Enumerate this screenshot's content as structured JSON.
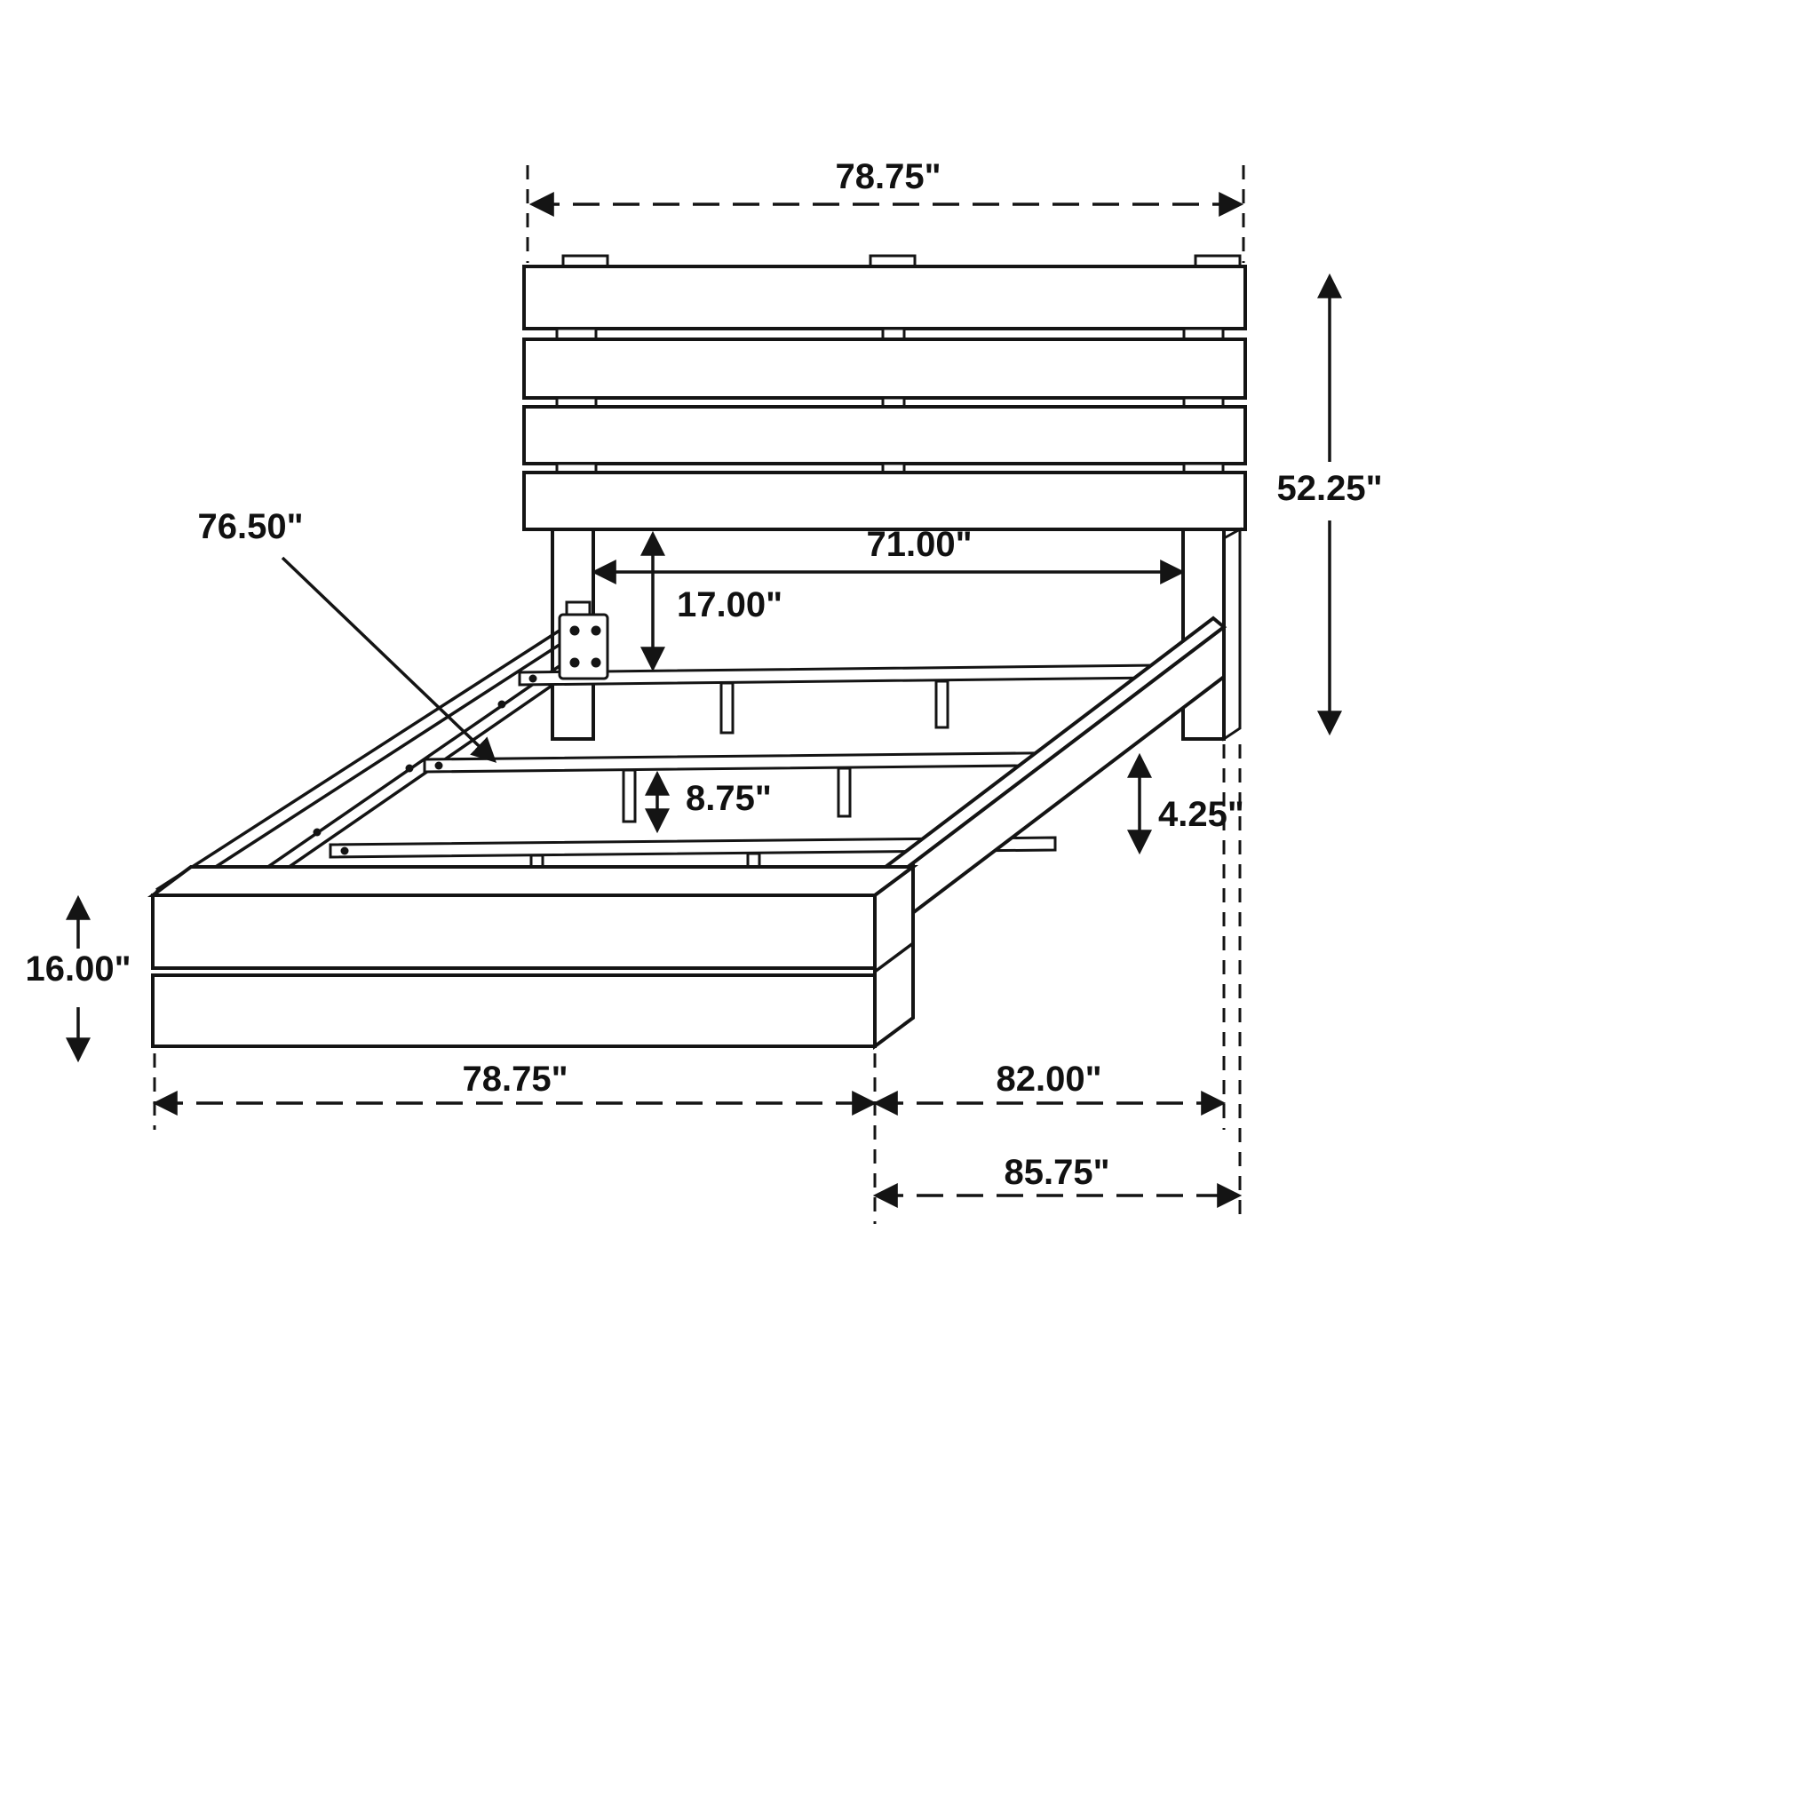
{
  "diagram": {
    "subject": "platform bed frame with plank headboard and footboard, isometric dimension drawing",
    "colors": {
      "line": "#141414",
      "background": "#ffffff"
    }
  },
  "dimensions": {
    "headboard_width": "78.75\"",
    "headboard_height": "52.25\"",
    "inner_width": "71.00\"",
    "headboard_to_slat": "17.00\"",
    "slat_rail_length": "76.50\"",
    "slat_support_height": "8.75\"",
    "side_rail_height": "4.25\"",
    "footboard_height": "16.00\"",
    "footboard_width": "78.75\"",
    "frame_length": "82.00\"",
    "overall_length": "85.75\""
  }
}
